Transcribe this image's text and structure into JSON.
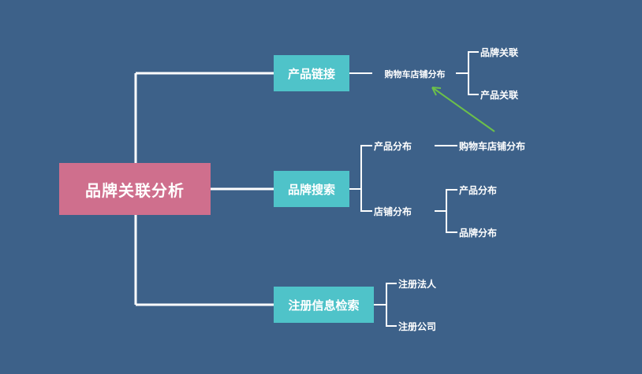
{
  "root": {
    "label": "品牌关联分析",
    "color": "#cf6f8d"
  },
  "branches": {
    "product_link": {
      "label": "产品链接",
      "child": {
        "label": "购物车店铺分布",
        "children": [
          "品牌关联",
          "产品关联"
        ]
      }
    },
    "brand_search": {
      "label": "品牌搜索",
      "product_dist": {
        "label": "产品分布",
        "child": "购物车店铺分布"
      },
      "shop_dist": {
        "label": "店铺分布",
        "children": [
          "产品分布",
          "品牌分布"
        ]
      }
    },
    "registration_search": {
      "label": "注册信息检索",
      "children": [
        "注册法人",
        "注册公司"
      ]
    }
  },
  "colors": {
    "background": "#3d6189",
    "branch_box": "#4fc3c9",
    "connector": "#ffffff",
    "arrow": "#6cc04a"
  }
}
